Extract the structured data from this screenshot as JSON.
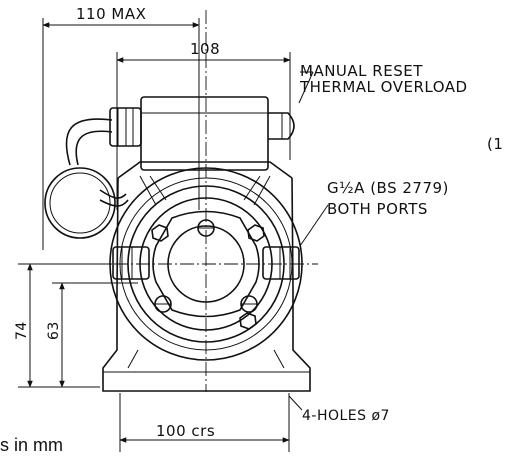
{
  "drawing": {
    "dim_width_max": "110 MAX",
    "dim_width": "108",
    "dim_height_a": "74",
    "dim_height_b": "63",
    "dim_hole_centres": "100 crs",
    "label_reset_line1": "MANUAL RESET",
    "label_reset_line2": "THERMAL OVERLOAD",
    "label_ports_line1": "G½A (BS 2779)",
    "label_ports_line2": "BOTH PORTS",
    "label_holes": "4-HOLES ø7",
    "label_index": "(1",
    "footer_text": "s in mm"
  }
}
